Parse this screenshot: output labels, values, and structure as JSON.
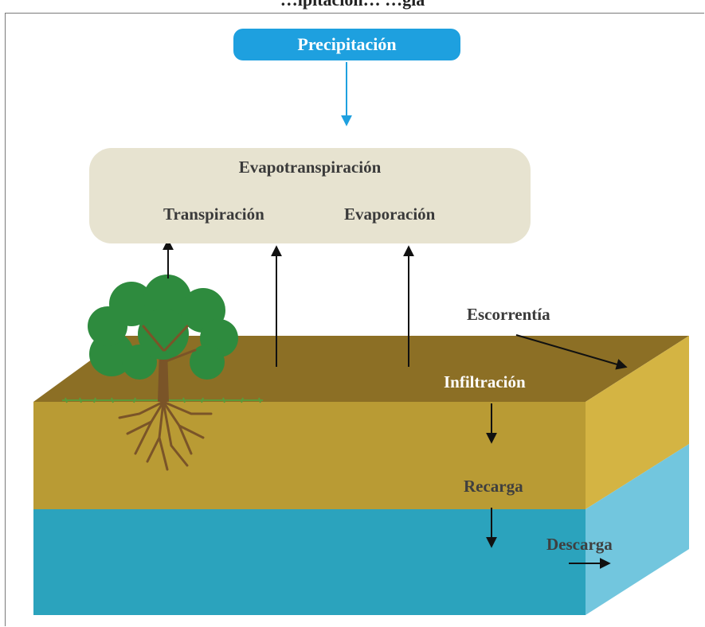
{
  "diagram": {
    "title": "…ipitación… …gía",
    "nodes": {
      "precipitacion": "Precipitación",
      "evapotranspiracion": "Evapotranspiración",
      "transpiracion": "Transpiración",
      "evaporacion": "Evaporación",
      "escorrentia": "Escorrentía",
      "infiltracion": "Infiltración",
      "recarga": "Recarga",
      "descarga": "Descarga"
    },
    "colors": {
      "precipitation_box": "#1ea0df",
      "evapotranspiration_box": "#e7e3d0",
      "ground_top": "#8c6f25",
      "soil_front": "#b99b34",
      "soil_side": "#d4b443",
      "water_front": "#2ba3bd",
      "water_side": "#72c6de",
      "tree_canopy": "#2e8b3e",
      "tree_trunk": "#7a5428"
    }
  }
}
